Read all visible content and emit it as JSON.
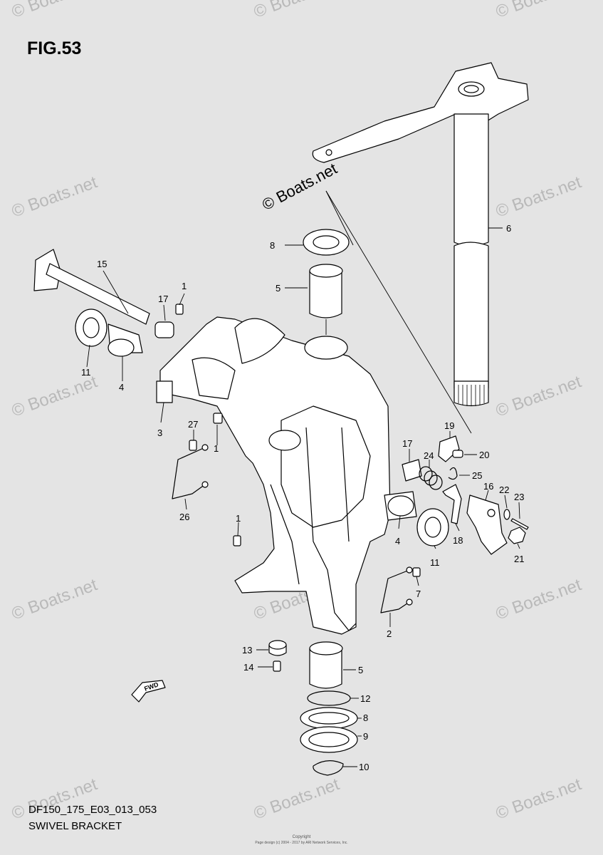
{
  "figure": {
    "title": "FIG.53",
    "model_code": "DF150_175_E03_013_053",
    "section_name": "SWIVEL BRACKET"
  },
  "copyright_mark": "© Boats.net",
  "watermark_text": "© Boats.net",
  "fwd_label": "FWD",
  "footer": {
    "line1": "Copyright",
    "line2": "Page design (c) 2004 - 2017 by ARI Network Services, Inc."
  },
  "callouts": [
    "1",
    "1",
    "1",
    "2",
    "3",
    "4",
    "4",
    "5",
    "5",
    "6",
    "7",
    "8",
    "8",
    "9",
    "10",
    "11",
    "11",
    "12",
    "13",
    "14",
    "15",
    "16",
    "17",
    "17",
    "18",
    "19",
    "20",
    "21",
    "22",
    "23",
    "24",
    "25",
    "26",
    "27"
  ],
  "colors": {
    "background": "#e4e4e4",
    "line": "#000000",
    "part_fill": "#ffffff",
    "watermark": "#b9b9b9"
  }
}
